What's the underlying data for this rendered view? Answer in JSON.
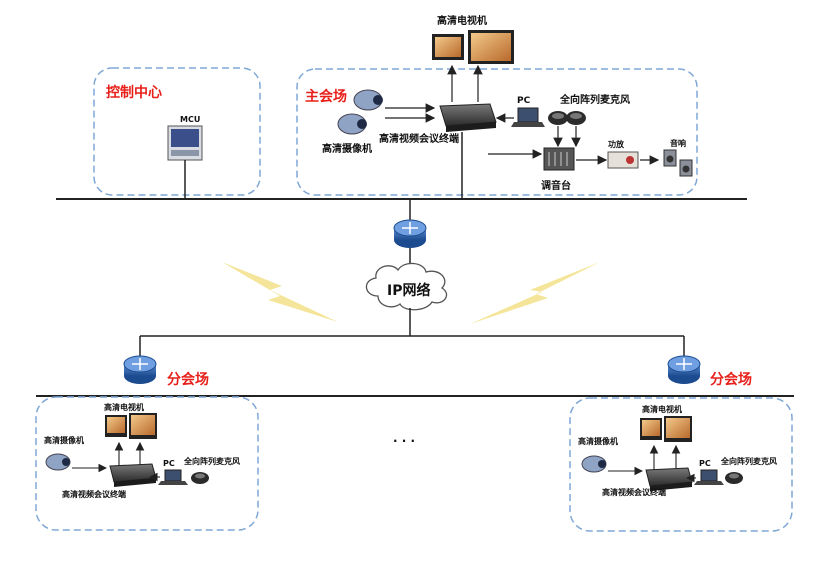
{
  "colors": {
    "zone_border": "#7fa7d6",
    "label_red": "#e8201a",
    "line": "#222222",
    "router": "#2a5fa8",
    "lightning": "#f4e59a"
  },
  "control_center": {
    "title": "控制中心",
    "mcu_label": "MCU"
  },
  "main_venue": {
    "title": "主会场",
    "tv_label": "高清电视机",
    "camera_label": "高清摄像机",
    "terminal_label": "高清视频会议终端",
    "pc_label": "PC",
    "mic_label": "全向阵列麦克风",
    "mixer_label": "调音台",
    "amp_label": "功放",
    "speaker_label": "音响"
  },
  "network": {
    "cloud_label": "IP网络"
  },
  "branch_left": {
    "title": "分会场",
    "tv_label": "高清电视机",
    "camera_label": "高清摄像机",
    "terminal_label": "高清视频会议终端",
    "pc_label": "PC",
    "mic_label": "全向阵列麦克风"
  },
  "branch_right": {
    "title": "分会场",
    "tv_label": "高清电视机",
    "camera_label": "高清摄像机",
    "terminal_label": "高清视频会议终端",
    "pc_label": "PC",
    "mic_label": "全向阵列麦克风"
  },
  "ellipsis": "· · ·"
}
